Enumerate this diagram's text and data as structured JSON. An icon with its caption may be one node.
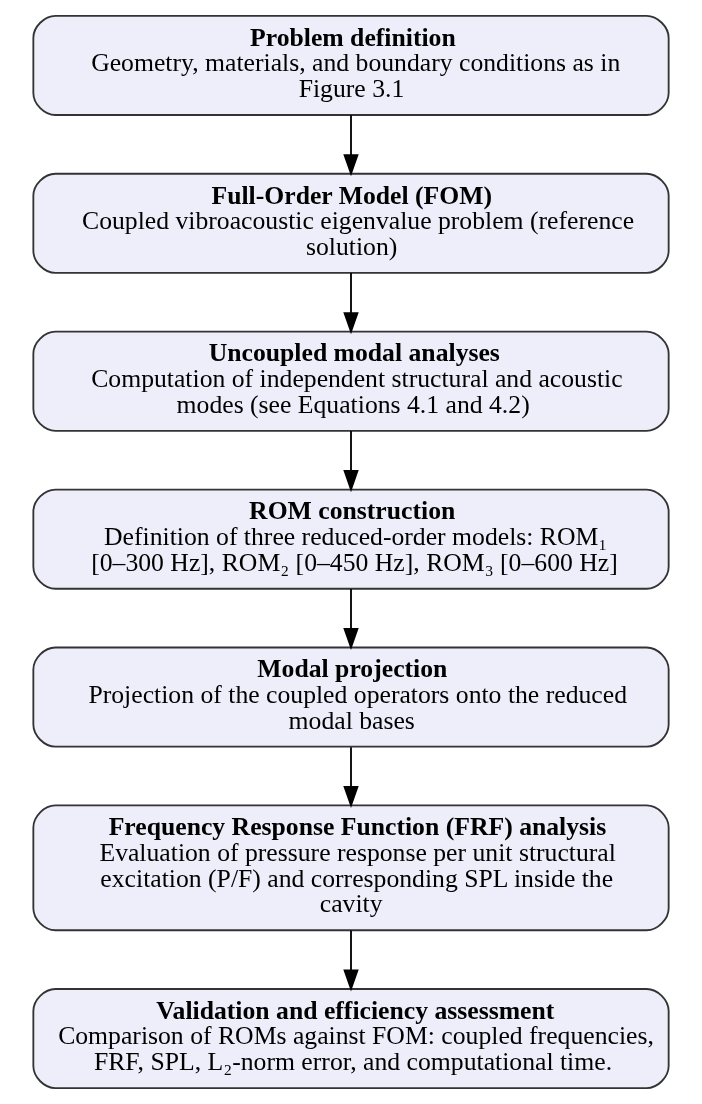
{
  "diagram": {
    "nodes": [
      {
        "text": [
          "Problem definition",
          "Geometry, materials, and boundary conditions as in Figure 3.1"
        ]
      },
      {
        "text": [
          "Full-Order Model (FOM)",
          "Coupled vibroacoustic eigenvalue problem (reference solution)"
        ]
      },
      {
        "text": [
          "Uncoupled modal analyses",
          "Computation of independent structural and acoustic modes (see Equations 4.1 and 4.2)"
        ]
      },
      {
        "text": [
          "ROM construction",
          "Definition of three reduced-order models: ROM₁ [0–300 Hz], ROM₂ [0–450 Hz], ROM₃ [0–600 Hz]"
        ]
      },
      {
        "text": [
          "Modal projection",
          "Projection of the coupled operators onto the reduced modal bases"
        ]
      },
      {
        "text": [
          "Frequency Response Function (FRF) analysis",
          "Evaluation of pressure response per unit structural excitation (P/F) and corresponding SPL inside the cavity"
        ]
      },
      {
        "text": [
          "Validation and efficiency assessment",
          "Comparison of ROMs against FOM: coupled frequencies, FRF, SPL, L₂-norm error, and computational time."
        ]
      }
    ],
    "edges": [
      {
        "from": 0,
        "to": 1,
        "arrow": "to"
      },
      {
        "from": 1,
        "to": 2,
        "arrow": "to"
      },
      {
        "from": 2,
        "to": 3,
        "arrow": "to"
      },
      {
        "from": 3,
        "to": 4,
        "arrow": "to"
      },
      {
        "from": 4,
        "to": 5,
        "arrow": "to"
      },
      {
        "from": 5,
        "to": 6,
        "arrow": "to"
      }
    ]
  }
}
